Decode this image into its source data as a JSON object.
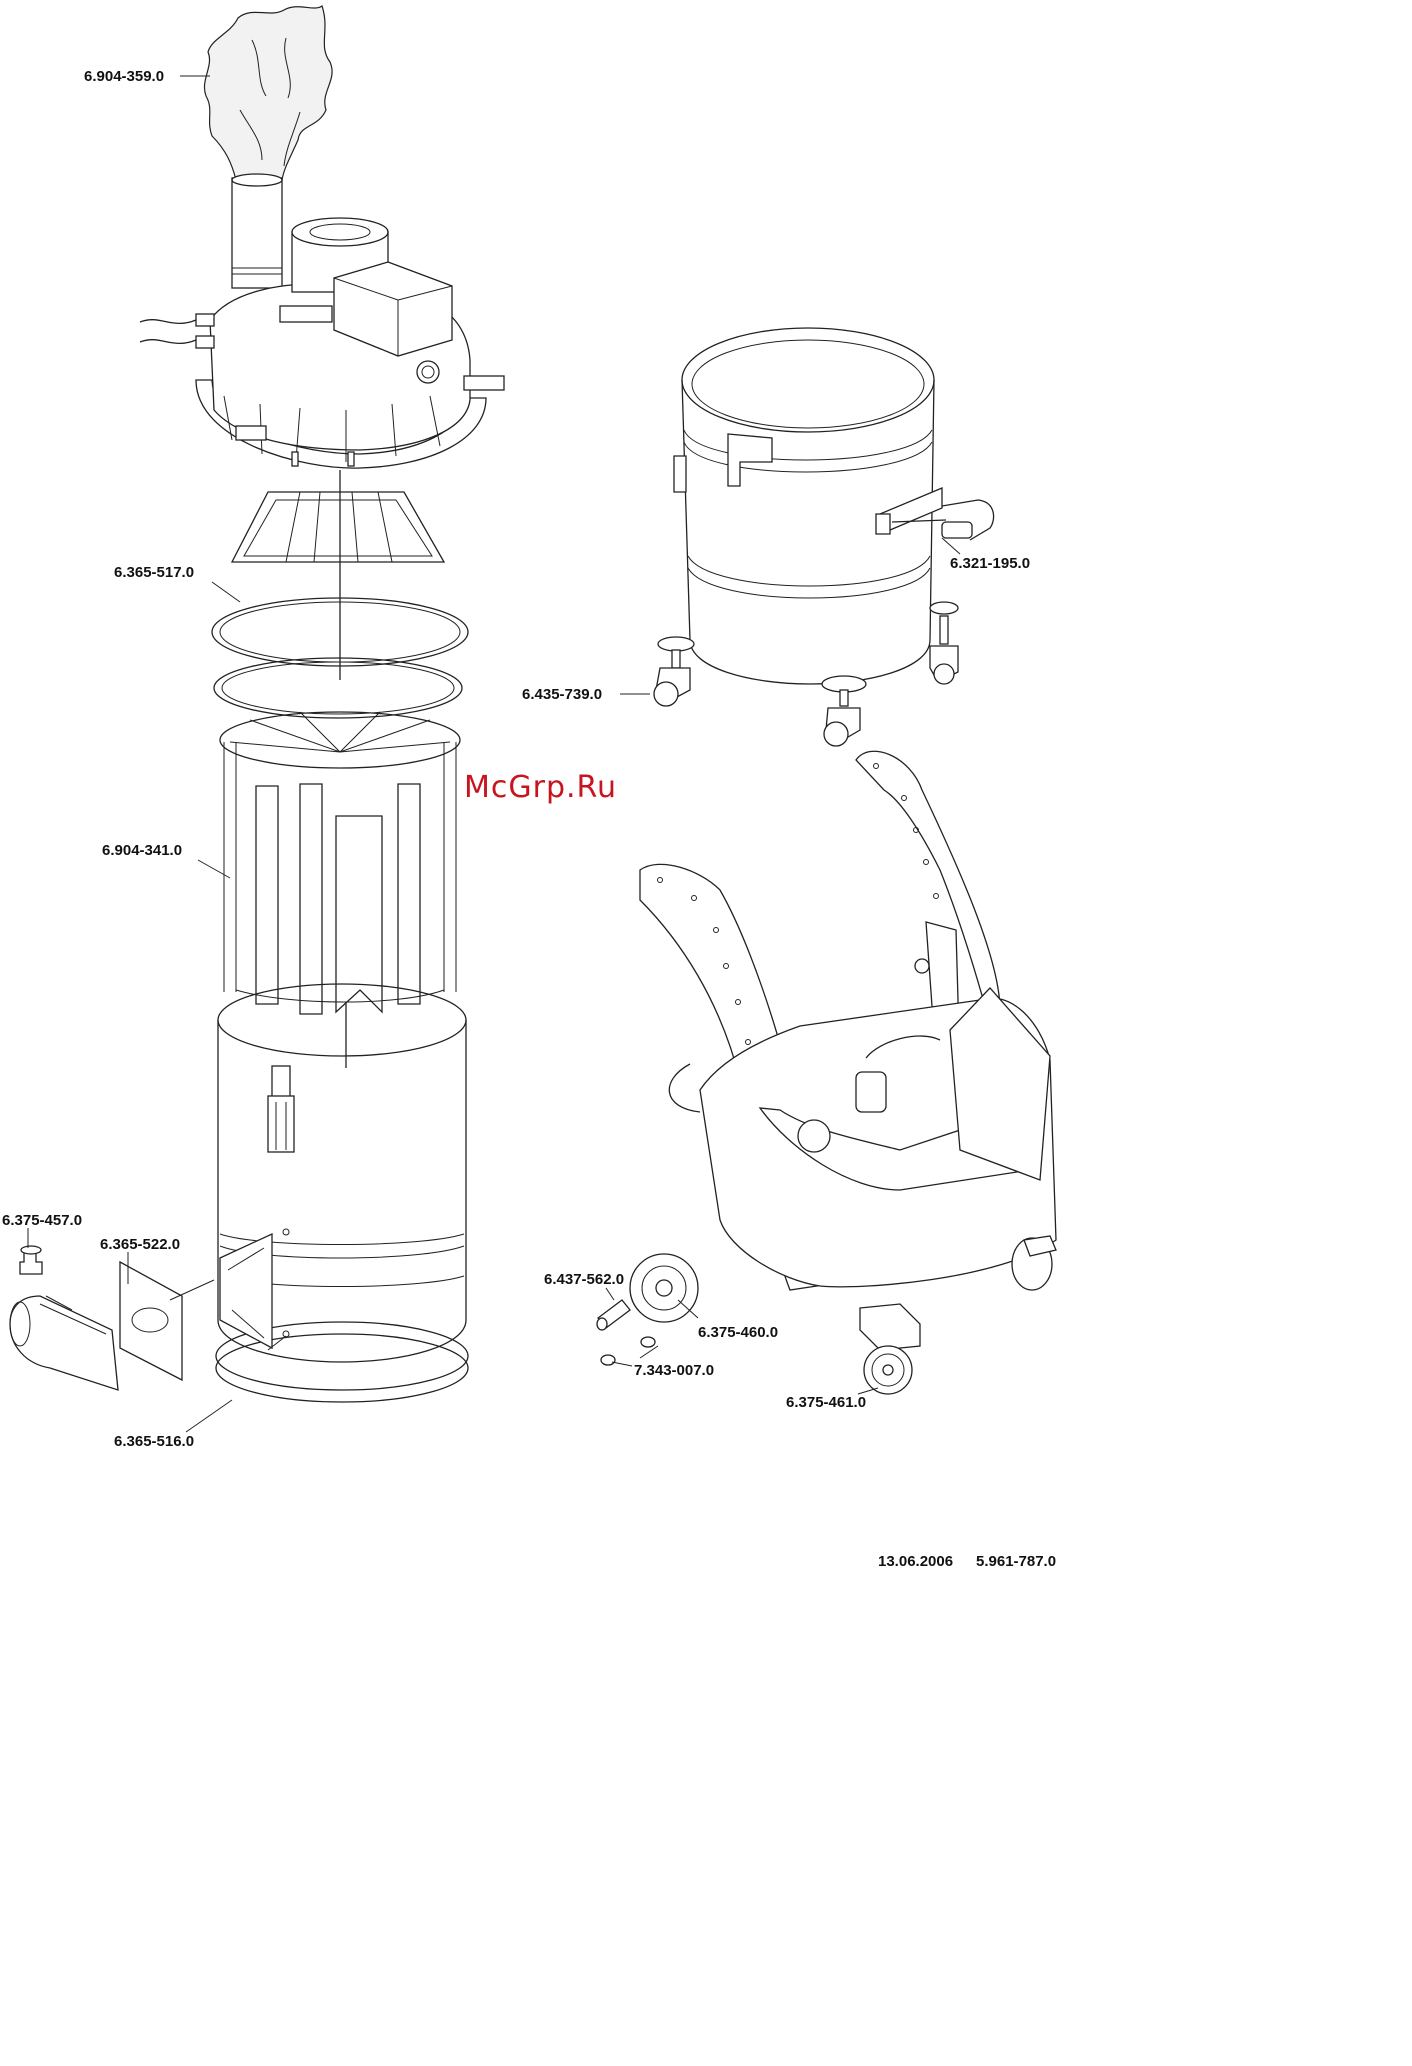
{
  "watermark": "McGrp.Ru",
  "footer": {
    "date": "13.06.2006",
    "doc_number": "5.961-787.0"
  },
  "part_labels": {
    "p1": "6.904-359.0",
    "p2": "6.365-517.0",
    "p3": "6.321-195.0",
    "p4": "6.435-739.0",
    "p5": "6.904-341.0",
    "p6": "6.375-457.0",
    "p7": "6.365-522.0",
    "p8": "6.437-562.0",
    "p9": "6.375-460.0",
    "p10": "7.343-007.0",
    "p11": "6.365-516.0",
    "p12": "6.375-461.0"
  }
}
